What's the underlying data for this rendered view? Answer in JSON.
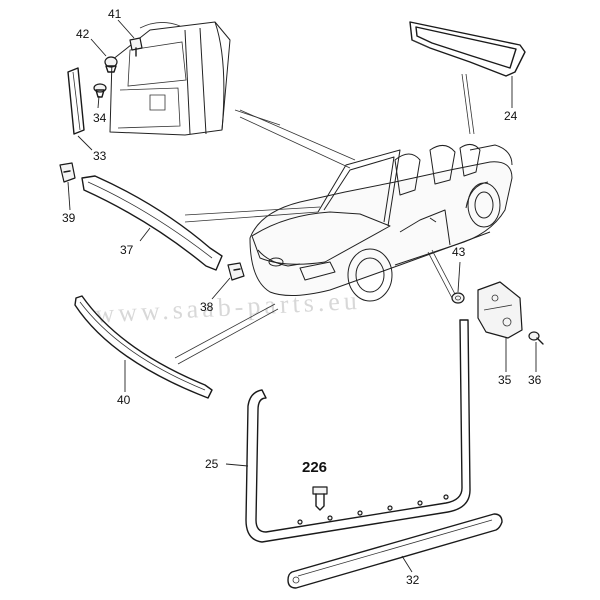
{
  "watermark": "www.saab-parts.eu",
  "callouts": {
    "p41": "41",
    "p42": "42",
    "p34": "34",
    "p33": "33",
    "p24": "24",
    "p39": "39",
    "p37": "37",
    "p38": "38",
    "p43": "43",
    "p40": "40",
    "p35": "35",
    "p36": "36",
    "p25": "25",
    "p226": "226",
    "p32": "32"
  }
}
